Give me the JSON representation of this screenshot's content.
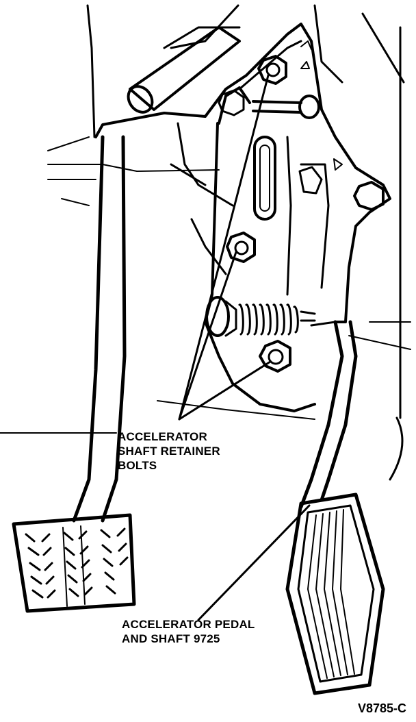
{
  "labels": {
    "retainer_bolts_line1": "ACCELERATOR",
    "retainer_bolts_line2": "SHAFT RETAINER",
    "retainer_bolts_line3": "BOLTS",
    "pedal_line1": "ACCELERATOR PEDAL",
    "pedal_line2": "AND SHAFT 9725"
  },
  "figure_id": "V8785-C",
  "colors": {
    "ink": "#000000",
    "paper": "#ffffff"
  }
}
